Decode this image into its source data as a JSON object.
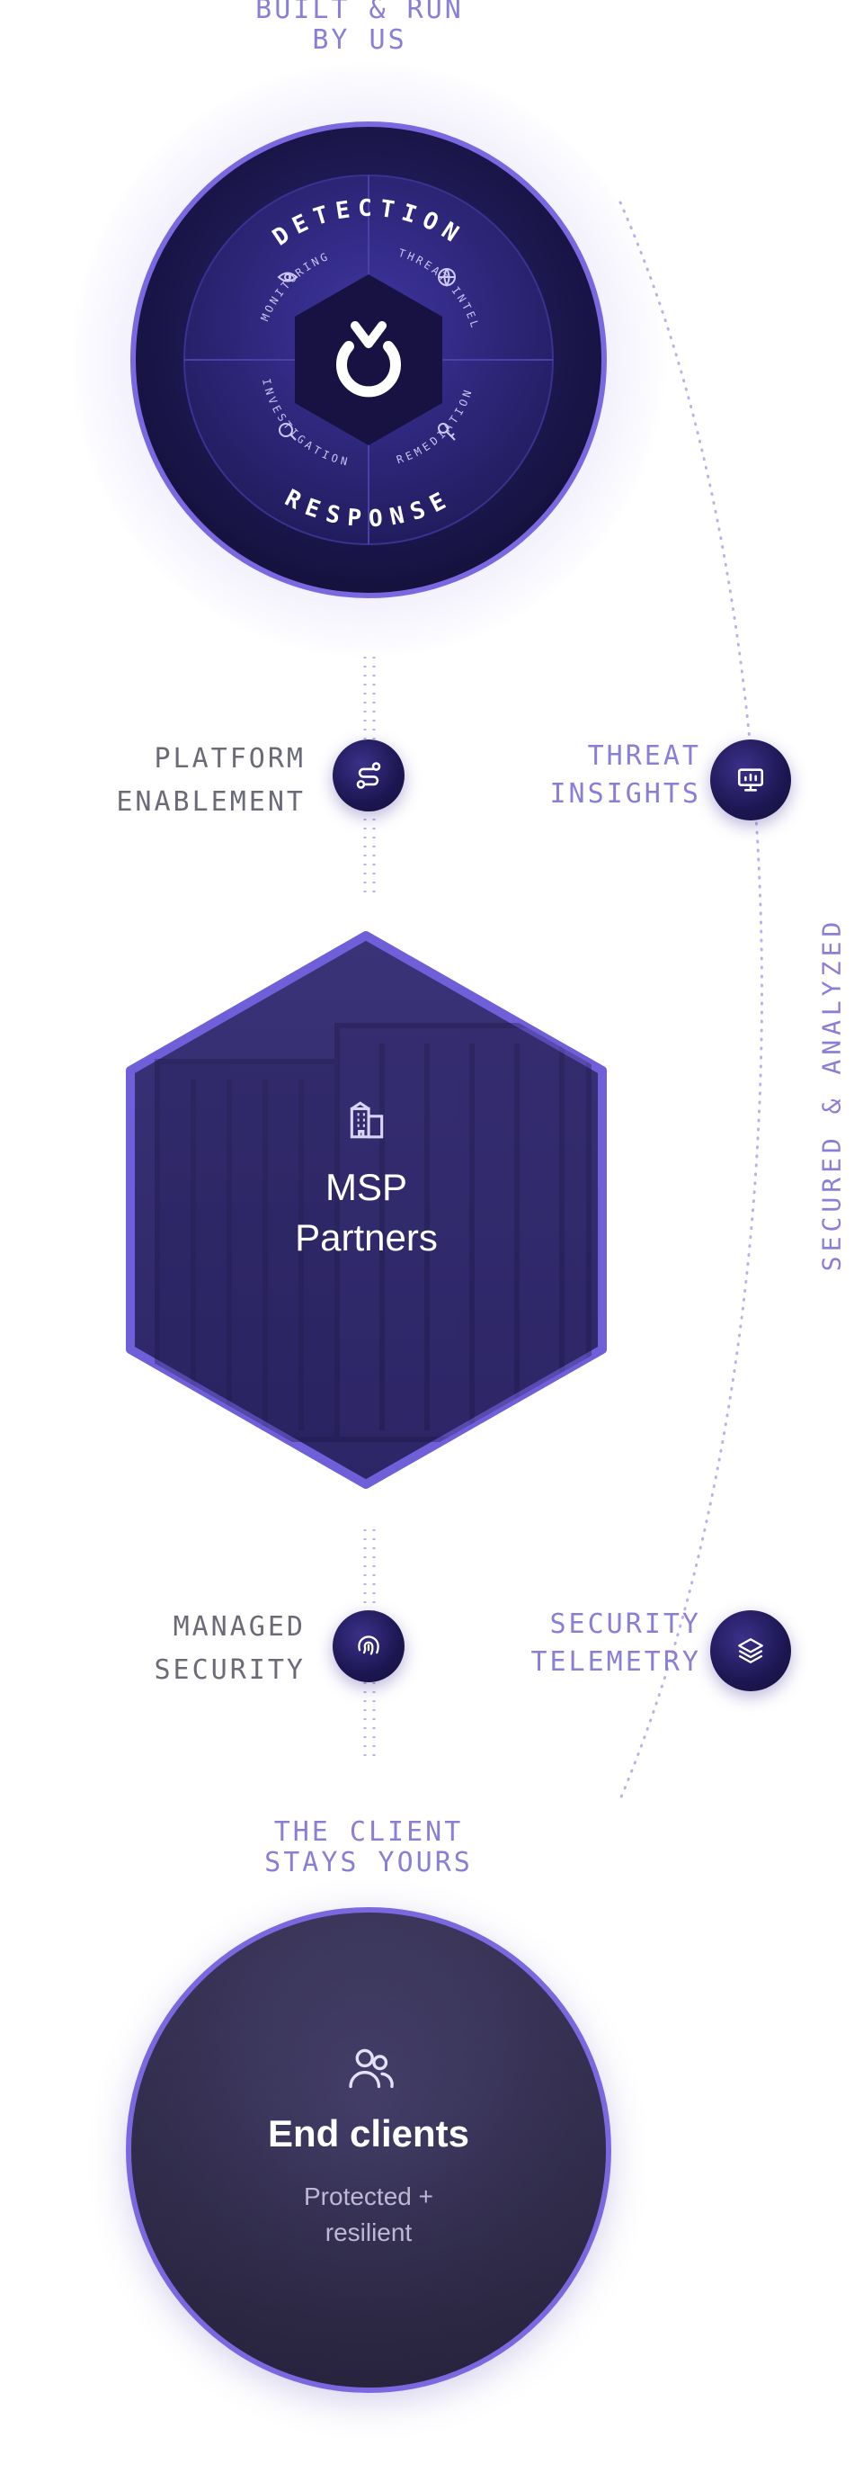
{
  "top_caption": {
    "line1": "BUILT & RUN",
    "line2": "BY US"
  },
  "dial": {
    "outer_top": "DETECTION",
    "outer_bottom": "RESPONSE",
    "quadrants": [
      "MONITORING",
      "THREAT INTEL",
      "INVESTIGATION",
      "REMEDIATION"
    ],
    "center_logo": "brand-logo"
  },
  "left_labels": {
    "platform": {
      "line1": "PLATFORM",
      "line2": "ENABLEMENT",
      "icon": "route-icon"
    },
    "managed": {
      "line1": "MANAGED",
      "line2": "SECURITY",
      "icon": "fingerprint-icon"
    }
  },
  "right_labels": {
    "threat": {
      "line1": "THREAT",
      "line2": "INSIGHTS",
      "icon": "monitor-chart-icon"
    },
    "telemetry": {
      "line1": "SECURITY",
      "line2": "TELEMETRY",
      "icon": "layers-icon"
    }
  },
  "side_label": "SECURED & ANALYZED",
  "msp": {
    "line1": "MSP",
    "line2": "Partners",
    "icon": "building-icon"
  },
  "client_caption": {
    "line1": "THE CLIENT",
    "line2": "STAYS YOURS"
  },
  "end_clients": {
    "title": "End clients",
    "subtitle_line1": "Protected +",
    "subtitle_line2": "resilient",
    "icon": "users-icon"
  },
  "colors": {
    "accent": "#8a7fd6",
    "deep": "#1c1752",
    "ring": "#6f5fd8"
  }
}
